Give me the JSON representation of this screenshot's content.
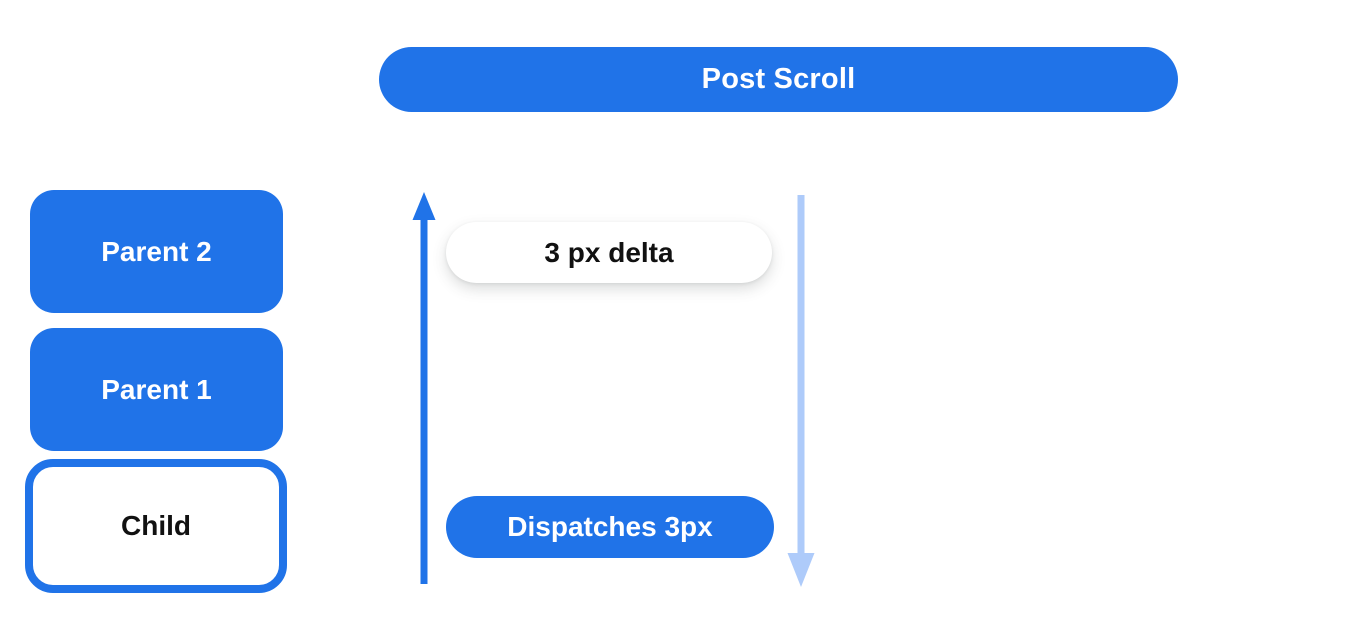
{
  "header": {
    "title": "Post Scroll"
  },
  "stack": {
    "items": [
      {
        "label": "Parent 2",
        "variant": "filled"
      },
      {
        "label": "Parent 1",
        "variant": "filled"
      },
      {
        "label": "Child",
        "variant": "outlined"
      }
    ]
  },
  "flow": {
    "delta_label": "3 px delta",
    "dispatch_label": "Dispatches 3px",
    "up_arrow": "up-arrow",
    "down_arrow": "down-arrow"
  },
  "colors": {
    "blue": "#2073e8",
    "light_blue": "#aecbfa",
    "pill_text": "#111111",
    "background": "#ffffff"
  }
}
